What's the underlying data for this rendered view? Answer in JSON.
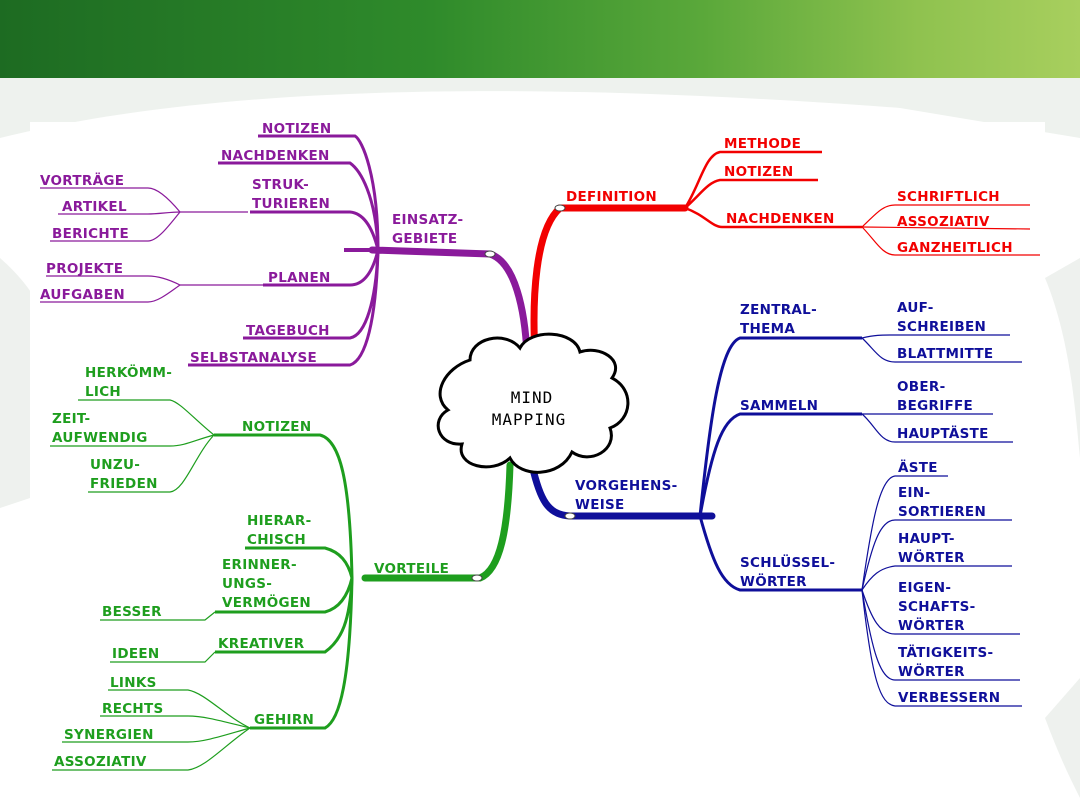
{
  "colors": {
    "purple": "#8a1a9b",
    "red": "#f20000",
    "green": "#1e9e1e",
    "blue": "#0f0f9a",
    "header_dark": "#1d6b22",
    "header_light": "#a8cf5e"
  },
  "center": {
    "line1": "MIND",
    "line2": "MAPPING"
  },
  "einsatz": {
    "title": [
      "EINSATZ-",
      "GEBIETE"
    ],
    "notizen": "NOTIZEN",
    "nachdenken": "NACHDENKEN",
    "strukturieren": [
      "STRUK-",
      "TURIEREN"
    ],
    "vortraege": "VORTRÄGE",
    "artikel": "ARTIKEL",
    "berichte": "BERICHTE",
    "planen": "PLANEN",
    "projekte": "PROJEKTE",
    "aufgaben": "AUFGABEN",
    "tagebuch": "TAGEBUCH",
    "selbstanalyse": "SELBSTANALYSE"
  },
  "definition": {
    "title": "DEFINITION",
    "methode": "METHODE",
    "notizen": "NOTIZEN",
    "nachdenken": "NACHDENKEN",
    "schriftlich": "SCHRIFTLICH",
    "assoziativ": "ASSOZIATIV",
    "ganzheitlich": "GANZHEITLICH"
  },
  "vorteile": {
    "title": "VORTEILE",
    "notizen": "NOTIZEN",
    "herkoemmlich": [
      "HERKÖMM-",
      "LICH"
    ],
    "zeitaufwendig": [
      "ZEIT-",
      "AUFWENDIG"
    ],
    "unzufrieden": [
      "UNZU-",
      "FRIEDEN"
    ],
    "hierarchisch": [
      "HIERAR-",
      "CHISCH"
    ],
    "erinnerung": [
      "ERINNER-",
      "UNGS-",
      "VERMÖGEN"
    ],
    "besser": "BESSER",
    "kreativer": "KREATIVER",
    "ideen": "IDEEN",
    "gehirn": "GEHIRN",
    "links": "LINKS",
    "rechts": "RECHTS",
    "synergien": "SYNERGIEN",
    "assoziativ": "ASSOZIATIV"
  },
  "vorgehen": {
    "title": [
      "VORGEHENS-",
      "WEISE"
    ],
    "zentral": [
      "ZENTRAL-",
      "THEMA"
    ],
    "aufschreiben": [
      "AUF-",
      "SCHREIBEN"
    ],
    "blattmitte": "BLATTMITTE",
    "sammeln": "SAMMELN",
    "oberbegriffe": [
      "OBER-",
      "BEGRIFFE"
    ],
    "hauptaeste": "HAUPTÄSTE",
    "schluessel": [
      "SCHLÜSSEL-",
      "WÖRTER"
    ],
    "aeste": "ÄSTE",
    "einsortieren": [
      "EIN-",
      "SORTIEREN"
    ],
    "hauptwoerter": [
      "HAUPT-",
      "WÖRTER"
    ],
    "eigenschaft": [
      "EIGEN-",
      "SCHAFTS-",
      "WÖRTER"
    ],
    "taetigkeit": [
      "TÄTIGKEITS-",
      "WÖRTER"
    ],
    "verbessern": "VERBESSERN"
  }
}
